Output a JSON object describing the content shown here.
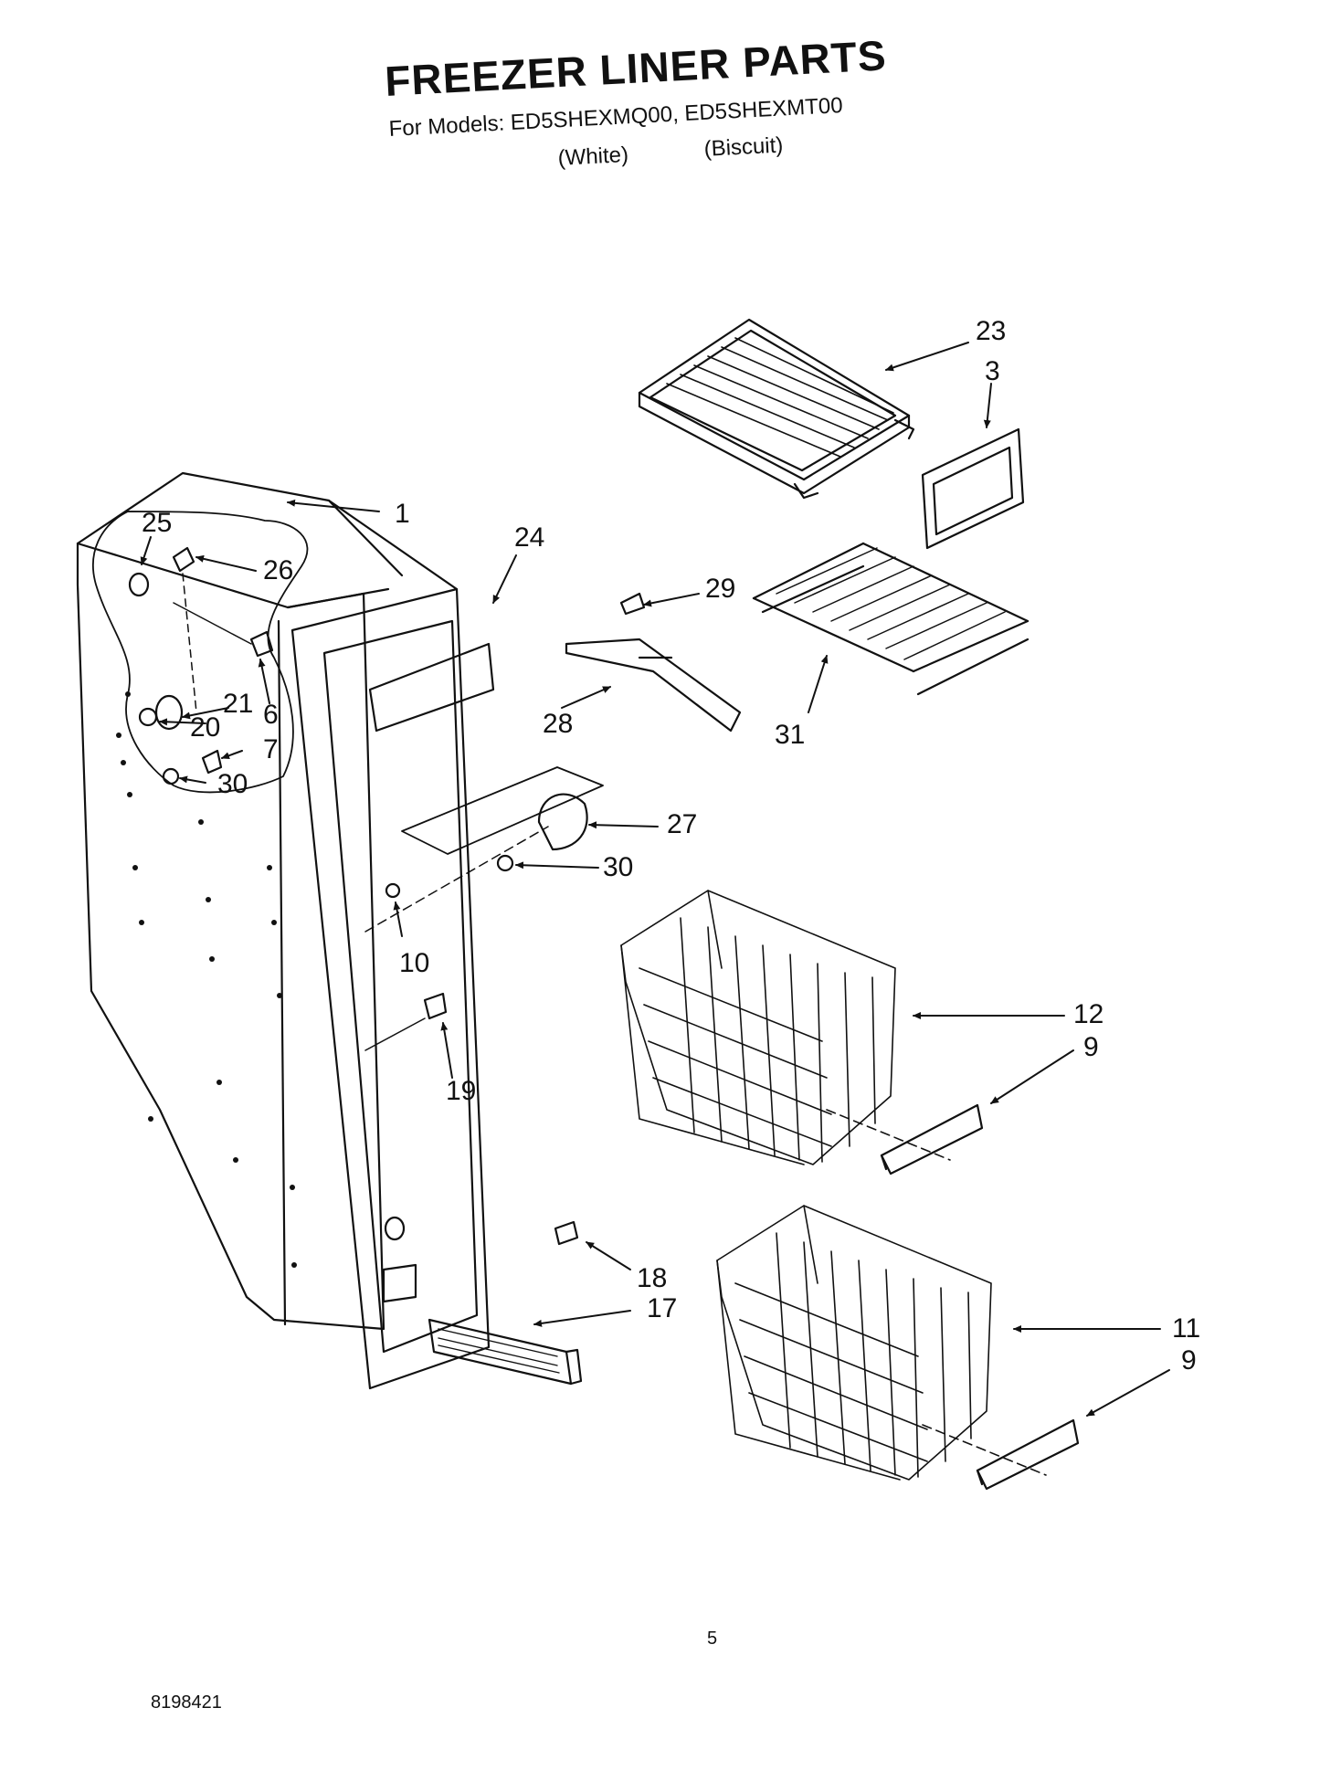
{
  "title": "FREEZER LINER PARTS",
  "models_line": "For Models: ED5SHEXMQ00, ED5SHEXMT00",
  "variant_1": "(White)",
  "variant_2": "(Biscuit)",
  "callouts": {
    "c1": "1",
    "c23": "23",
    "c3": "3",
    "c25": "25",
    "c24": "24",
    "c26": "26",
    "c29": "29",
    "c21": "21",
    "c6": "6",
    "c20": "20",
    "c28": "28",
    "c31": "31",
    "c7": "7",
    "c30a": "30",
    "c27": "27",
    "c30b": "30",
    "c10": "10",
    "c12": "12",
    "c9a": "9",
    "c19": "19",
    "c18": "18",
    "c17": "17",
    "c11": "11",
    "c9b": "9"
  },
  "page_number": "5",
  "doc_number": "8198421"
}
